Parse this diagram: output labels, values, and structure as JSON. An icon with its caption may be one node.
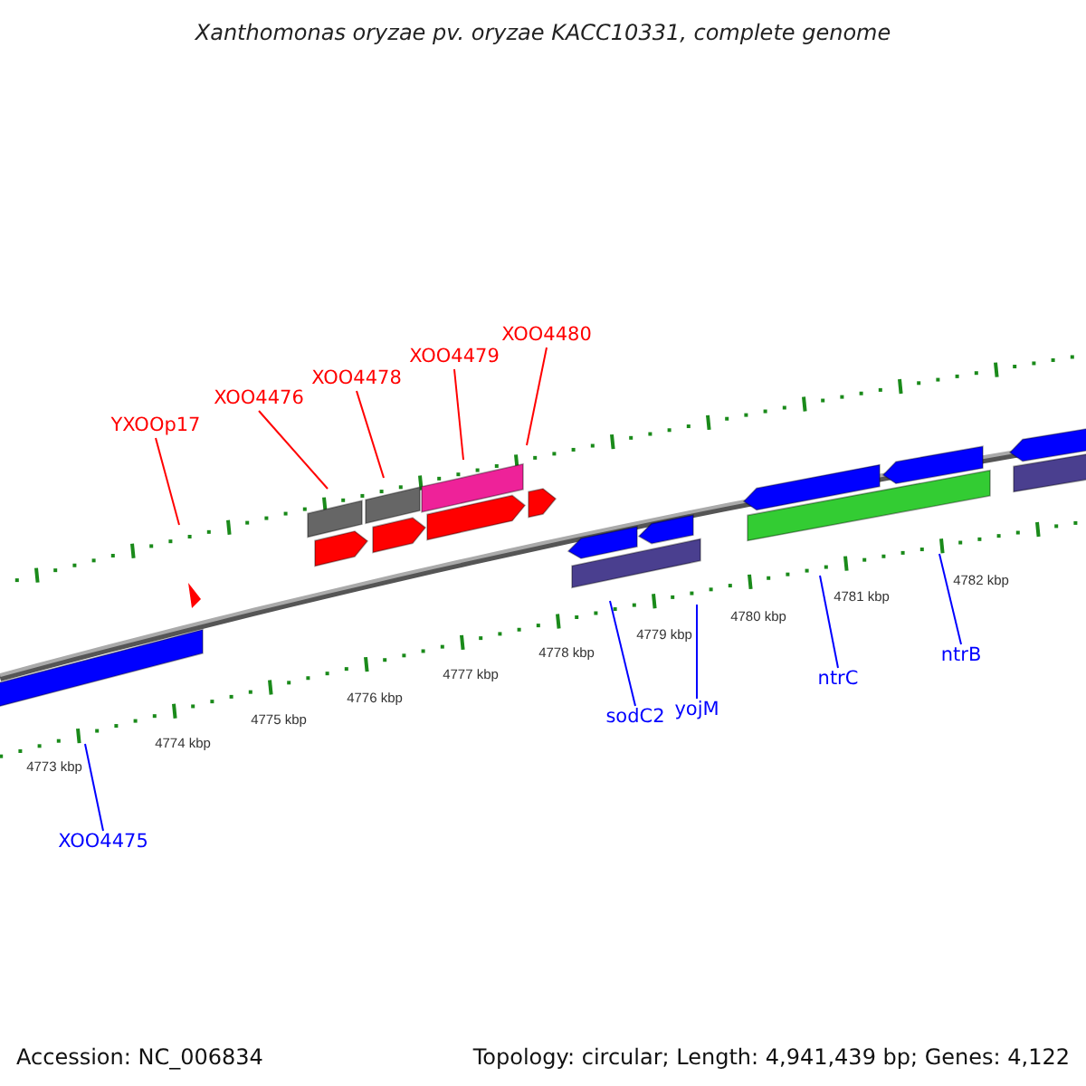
{
  "diagram": {
    "title": "Xanthomonas oryzae pv. oryzae KACC10331, complete genome",
    "nodes": [
      {
        "text": [
          "YXOOp17"
        ]
      },
      {
        "text": [
          "XOO4476"
        ]
      },
      {
        "text": [
          "XOO4478"
        ]
      },
      {
        "text": [
          "XOO4479"
        ]
      },
      {
        "text": [
          "XOO4480"
        ]
      },
      {
        "text": [
          "XOO4475"
        ]
      },
      {
        "text": [
          "sodC2"
        ]
      },
      {
        "text": [
          "yojM"
        ]
      },
      {
        "text": [
          "ntrC"
        ]
      },
      {
        "text": [
          "ntrB"
        ]
      }
    ],
    "edges": [
      {
        "from": 0,
        "to": null,
        "arrow": "none",
        "color": "#ff0000"
      },
      {
        "from": 1,
        "to": null,
        "arrow": "none",
        "color": "#ff0000"
      },
      {
        "from": 2,
        "to": null,
        "arrow": "none",
        "color": "#ff0000"
      },
      {
        "from": 3,
        "to": null,
        "arrow": "none",
        "color": "#ff0000"
      },
      {
        "from": 4,
        "to": null,
        "arrow": "none",
        "color": "#ff0000"
      },
      {
        "from": 5,
        "to": null,
        "arrow": "none",
        "color": "#0000ff"
      },
      {
        "from": 6,
        "to": null,
        "arrow": "none",
        "color": "#0000ff"
      },
      {
        "from": 7,
        "to": null,
        "arrow": "none",
        "color": "#0000ff"
      },
      {
        "from": 8,
        "to": null,
        "arrow": "none",
        "color": "#0000ff"
      },
      {
        "from": 9,
        "to": null,
        "arrow": "none",
        "color": "#0000ff"
      }
    ],
    "labels": [
      "4773 kbp",
      "4774 kbp",
      "4775 kbp",
      "4776 kbp",
      "4777 kbp",
      "4778 kbp",
      "4779 kbp",
      "4780 kbp",
      "4781 kbp",
      "4782 kbp",
      "Accession: NC_006834",
      "Topology: circular; Length: 4,941,439 bp; Genes: 4,122"
    ]
  }
}
